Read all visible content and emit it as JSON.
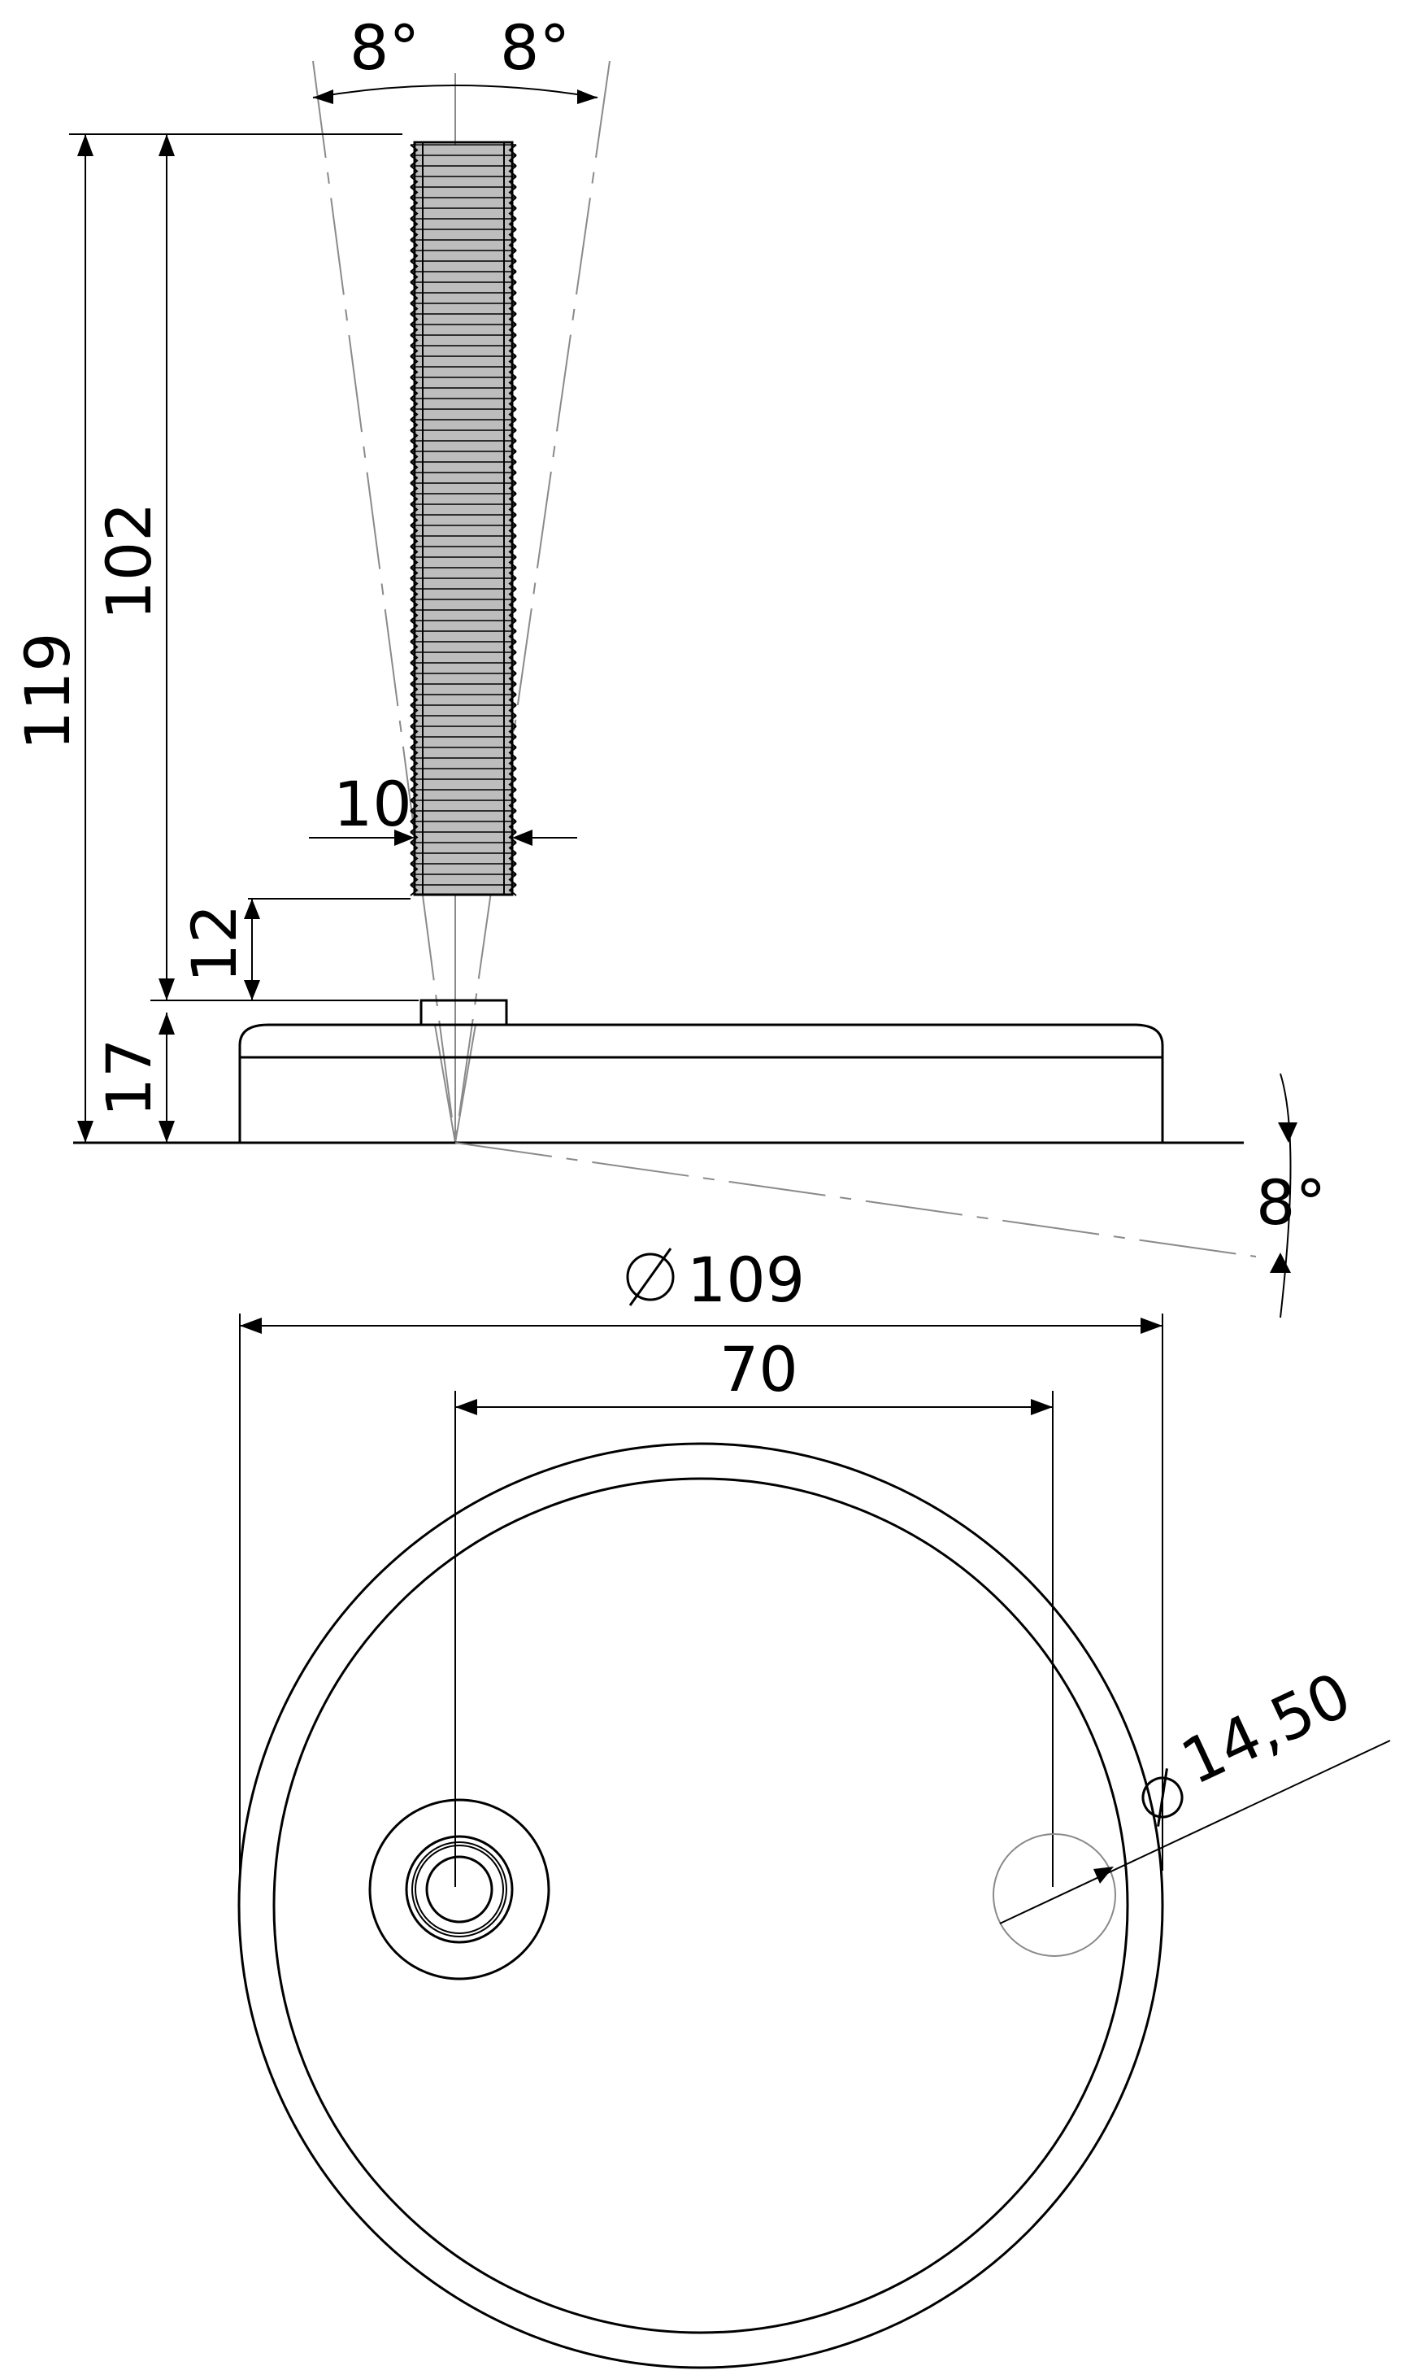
{
  "dimensions": {
    "angle_left": "8°",
    "angle_right": "8°",
    "height_total": "119",
    "thread_length": "102",
    "thread_diameter": "10",
    "hex_height": "12",
    "base_height": "17",
    "tilt_angle": "8°",
    "diameter_symbol": "⌀",
    "base_diameter": "109",
    "hole_spacing": "70",
    "hole_diameter": "14,50"
  },
  "colors": {
    "line": "#000000",
    "thread_fill": "#bdbdbd",
    "construction": "#8a8a8a"
  }
}
